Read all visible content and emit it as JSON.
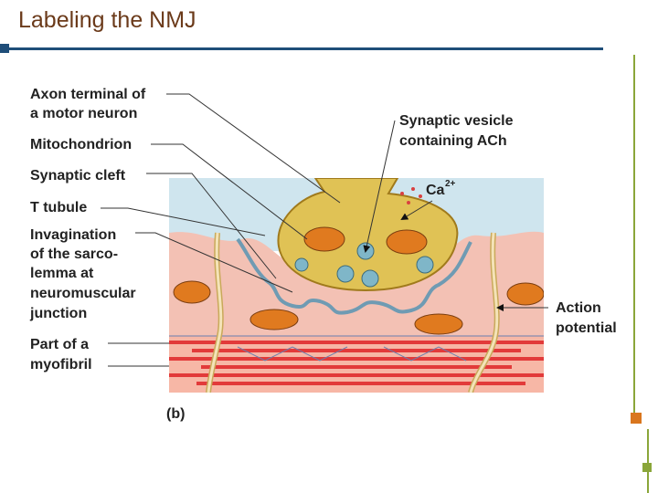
{
  "slide": {
    "title": "Labeling the NMJ"
  },
  "labels": {
    "axon_terminal": [
      "Axon terminal of",
      "a motor neuron"
    ],
    "mitochondrion": "Mitochondrion",
    "synaptic_cleft": "Synaptic cleft",
    "t_tubule": "T tubule",
    "invagination": [
      "Invagination",
      "of the sarco-",
      "lemma at",
      "neuromuscular",
      "junction"
    ],
    "myofibril": [
      "Part of a",
      "myofibril"
    ],
    "synaptic_vesicle": [
      "Synaptic vesicle",
      "containing ACh"
    ],
    "calcium": "Ca",
    "calcium_charge": "2+",
    "action_potential": [
      "Action",
      "potential"
    ],
    "panel": "(b)"
  },
  "colors": {
    "title": "#6b3a1a",
    "accent_blue": "#1f4e79",
    "accent_green": "#8aa63a",
    "accent_orange": "#d9761e",
    "extracellular": "#cfe5ee",
    "axon_terminal": "#e0c255",
    "muscle": "#f3c1b4",
    "myofibril": "#e23a3a"
  }
}
